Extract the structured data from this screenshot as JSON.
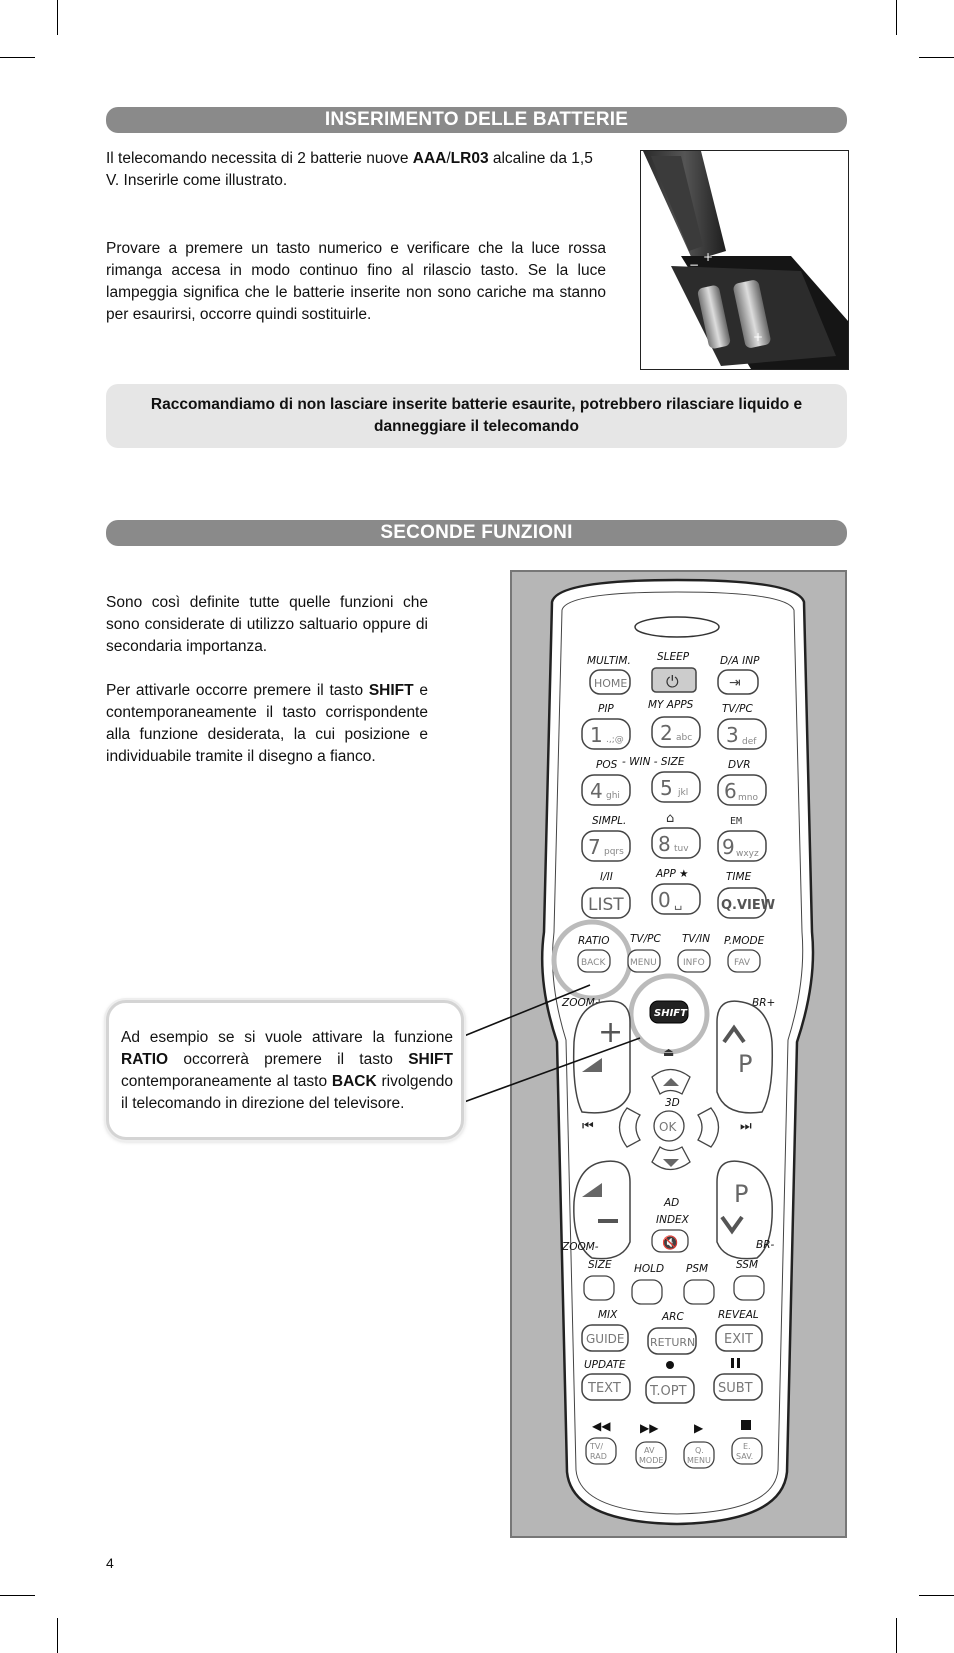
{
  "section1": {
    "title": "INSERIMENTO DELLE BATTERIE",
    "p1_a": "Il telecomando necessita di 2 batterie nuove ",
    "p1_b1": "AAA",
    "p1_sep": "/",
    "p1_b2": "LR03",
    "p1_c": " alcaline da 1,5 V. Inserirle come illustrato.",
    "p2": "Provare a premere un tasto numerico e verificare che la luce rossa rimanga accesa in modo continuo fino al rilascio tasto. Se la luce lampeggia significa che le batterie inserite non sono cariche ma stanno per esaurirsi, occorre quindi sostituirle.",
    "warning": "Raccomandiamo di non lasciare inserite batterie esaurite, potrebbero rilasciare liquido e danneggiare il telecomando"
  },
  "section2": {
    "title": "SECONDE FUNZIONI",
    "p1": "Sono così definite tutte quelle funzioni che sono considerate di utilizzo saltuario oppure di secondaria importanza.",
    "p2_a": "Per attivarle occorre premere il tasto ",
    "p2_b": "SHIFT",
    "p2_c": " e contemporaneamente il tasto corrispondente alla funzione desiderata, la cui posizione e individuabile tramite il disegno a fianco.",
    "callout": {
      "a": "Ad esempio se si vuole attivare la funzione ",
      "b": "RATIO",
      "c": " occorrerà premere il tasto ",
      "d": "SHIFT",
      "e": " contemporaneamente al tasto ",
      "f": "BACK",
      "g": " rivolgendo il telecomando in direzione del televisore."
    }
  },
  "page_number": "4",
  "remote": {
    "row1": [
      "MULTIM.",
      "SLEEP",
      "D/A INP"
    ],
    "row1_btn": [
      "HOME",
      "⏻",
      "⇥"
    ],
    "row2": [
      "PIP",
      "MY APPS",
      "TV/PC"
    ],
    "num_main": [
      "1",
      "2",
      "3",
      "4",
      "5",
      "6",
      "7",
      "8",
      "9",
      "0"
    ],
    "num_sub": [
      ".,;@",
      "abc",
      "def",
      "ghi",
      "jkl",
      "mno",
      "pqrs",
      "tuv",
      "wxyz",
      "␣"
    ],
    "row3": [
      "POS",
      "- WIN - SIZE",
      "DVR"
    ],
    "row4": [
      "SIMPL.",
      "⌂",
      "EM"
    ],
    "row5": [
      "I/II",
      "APP ★",
      "TIME"
    ],
    "row5_btn": [
      "LIST",
      "Q.VIEW"
    ],
    "row6": [
      "RATIO",
      "TV/PC",
      "TV/IN",
      "P.MODE"
    ],
    "row6_btn": [
      "BACK",
      "MENU",
      "INFO",
      "FAV"
    ],
    "shift": "SHIFT",
    "zoom_plus": "ZOOM+",
    "br_plus": "BR+",
    "eject": "⏏",
    "p_label": "P",
    "three_d": "3D",
    "ok": "OK",
    "ad": "AD",
    "index": "INDEX",
    "zoom_minus": "ZOOM-",
    "br_minus": "BR-",
    "row7": [
      "SIZE",
      "HOLD",
      "PSM",
      "SSM"
    ],
    "row8": [
      "MIX",
      "ARC",
      "REVEAL"
    ],
    "row8_btn": [
      "GUIDE",
      "RETURN",
      "EXIT"
    ],
    "row9": [
      "UPDATE"
    ],
    "row9_btn": [
      "TEXT",
      "T.OPT",
      "SUBT"
    ],
    "row10_btn": [
      "TV/\nRAD",
      "AV\nMODE",
      "Q.\nMENU",
      "E.\nSAV."
    ]
  }
}
